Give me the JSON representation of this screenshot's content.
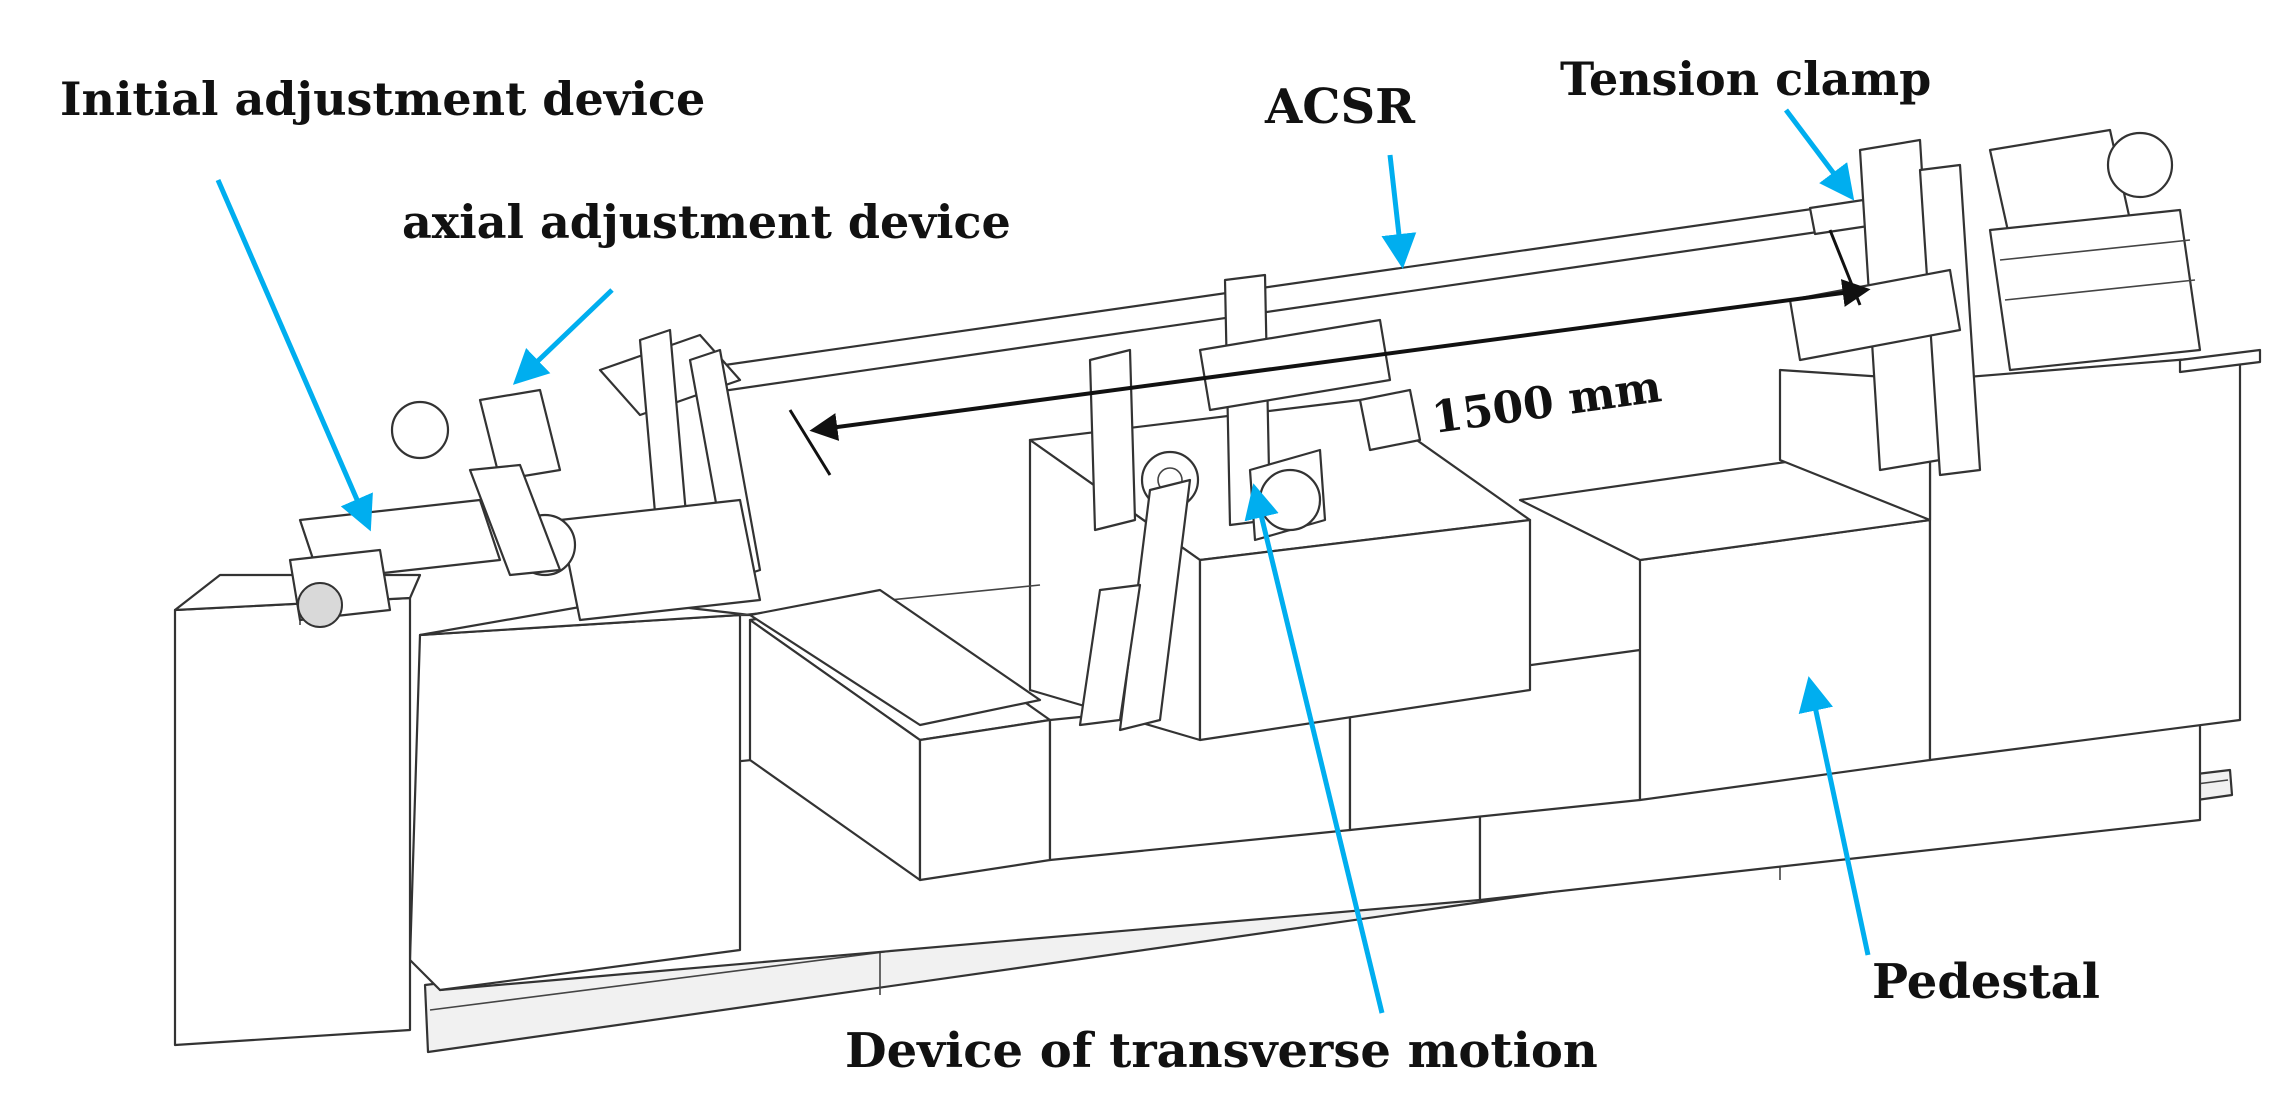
{
  "labels": {
    "initial_adjustment": "Initial adjustment device",
    "axial_adjustment": "axial adjustment device",
    "acsr": "ACSR",
    "tension_clamp": "Tension clamp",
    "span": "1500 mm",
    "transverse_motion": "Device of transverse motion",
    "pedestal": "Pedestal"
  },
  "colors": {
    "pointer_arrow": "#00aeef",
    "dimension_arrow": "#111111",
    "line_art": "#333333"
  }
}
